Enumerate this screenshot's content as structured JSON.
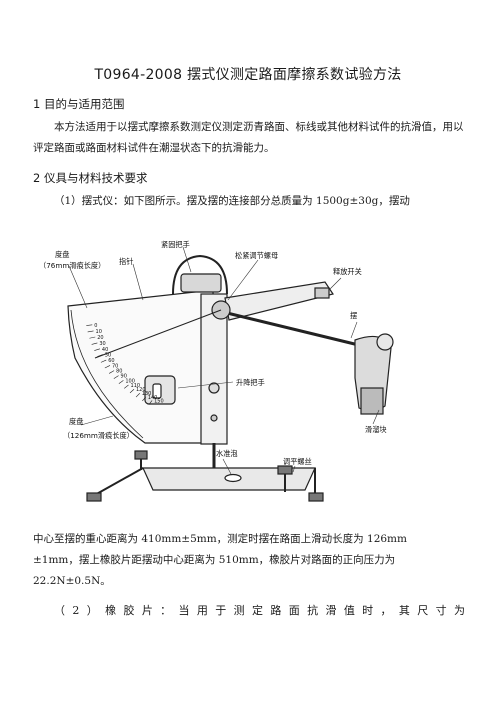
{
  "document": {
    "title": "T0964-2008 摆式仪测定路面摩擦系数试验方法",
    "section1": {
      "heading": "1 目的与适用范围",
      "para": "本方法适用于以摆式摩擦系数测定仪测定沥青路面、标线或其他材料试件的抗滑值，用以评定路面或路面材料试件在潮湿状态下的抗滑能力。"
    },
    "section2": {
      "heading": "2 仪具与材料技术要求",
      "para1": "（1）摆式仪：如下图所示。摆及摆的连接部分总质量为 1500g±30g，摆动",
      "figure_labels": {
        "dial_76": "度盘",
        "dial_76_sub": "（76mm滑痕长度）",
        "pointer": "指针",
        "tighten_handle": "紧固把手",
        "adjust_nut": "松紧调节螺母",
        "release_switch": "释放开关",
        "pendulum": "摆",
        "lift_handle": "升降把手",
        "dial_126": "度盘",
        "dial_126_sub": "（126mm滑痕长度）",
        "level": "水准泡",
        "slider": "滑溜块",
        "level_screw": "调平螺丝"
      },
      "scale_ticks": [
        "0",
        "10",
        "20",
        "30",
        "40",
        "50",
        "60",
        "70",
        "80",
        "90",
        "100",
        "110",
        "120",
        "130",
        "140",
        "150"
      ],
      "para2_lines": [
        "中心至摆的重心距离为 410mm±5mm，测定时摆在路面上滑动长度为 126mm",
        "±1mm，摆上橡胶片距摆动中心距离为 510mm，橡胶片对路面的正向压力为",
        "22.2N±0.5N。"
      ],
      "para3": "（2）橡胶片：当用于测定路面抗滑值时，其尺寸为"
    }
  }
}
